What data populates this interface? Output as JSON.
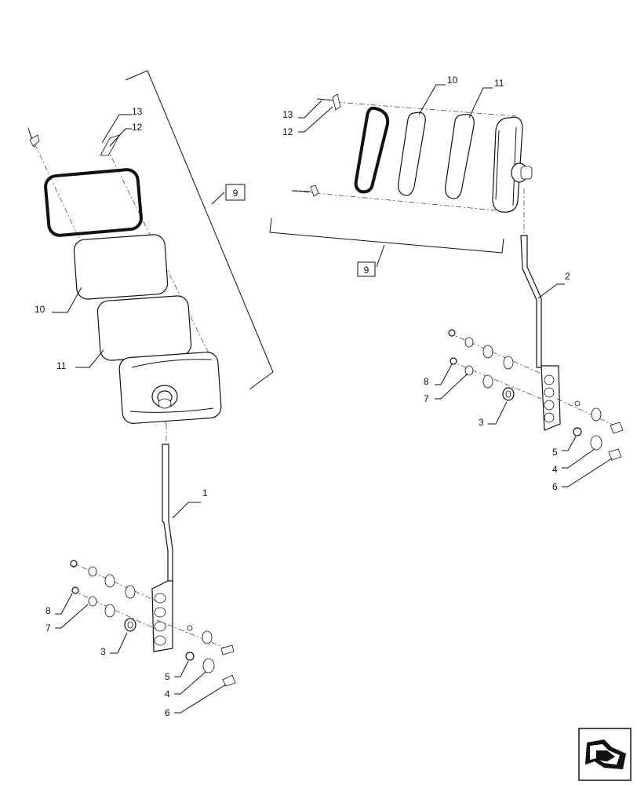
{
  "callouts": {
    "left": {
      "c1": "1",
      "c3": "3",
      "c4": "4",
      "c5": "5",
      "c6": "6",
      "c7": "7",
      "c8": "8",
      "c9": "9",
      "c10": "10",
      "c11": "11",
      "c12": "12",
      "c13": "13"
    },
    "right": {
      "c2": "2",
      "c3": "3",
      "c4": "4",
      "c5": "5",
      "c6": "6",
      "c7": "7",
      "c8": "8",
      "c9": "9",
      "c10": "10",
      "c11": "11",
      "c12": "12",
      "c13": "13"
    }
  },
  "icons": {
    "corner": "navigation-arrow-icon"
  }
}
